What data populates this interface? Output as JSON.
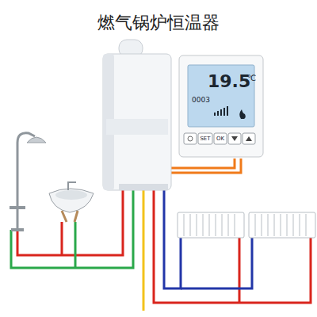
{
  "diagram": {
    "title": "燃气锅炉恒温器",
    "nodes": [
      {
        "text": [
          "19.5",
          "℃",
          "0003",
          "SET",
          "OK"
        ]
      }
    ]
  }
}
